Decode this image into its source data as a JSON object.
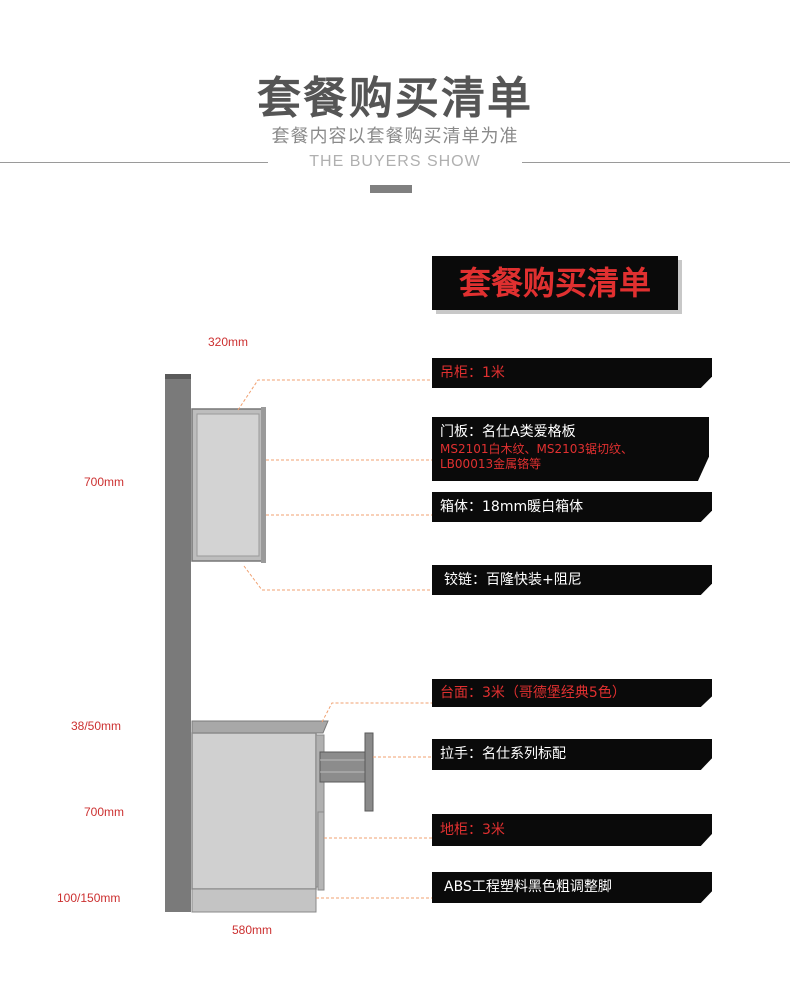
{
  "header": {
    "title": "套餐购买清单",
    "subtitle": "套餐内容以套餐购买清单为准",
    "english": "THE BUYERS SHOW"
  },
  "banner": {
    "title": "套餐购买清单"
  },
  "labels": {
    "wall_cabinet": "吊柜：1米",
    "door_panel": "门板：名仕A类爱格板",
    "door_panel_line2": "MS2101白木纹、MS2103锯切纹、",
    "door_panel_line3": "LB00013金属铬等",
    "carcass": "箱体：18mm暖白箱体",
    "hinge": "铰链：百隆快装+阻尼",
    "countertop": "台面：3米（哥德堡经典5色）",
    "handle": "拉手：名仕系列标配",
    "base_cabinet": "地柜：3米",
    "feet": "ABS工程塑料黑色粗调整脚"
  },
  "dimensions": {
    "wall_depth": "320mm",
    "wall_height": "700mm",
    "counter_thickness": "38/50mm",
    "base_height": "700mm",
    "plinth_height": "100/150mm",
    "base_depth": "580mm"
  },
  "colors": {
    "accent_red": "#e03030",
    "tag_black": "#0a0a0a",
    "leader_orange": "#f0a070"
  }
}
